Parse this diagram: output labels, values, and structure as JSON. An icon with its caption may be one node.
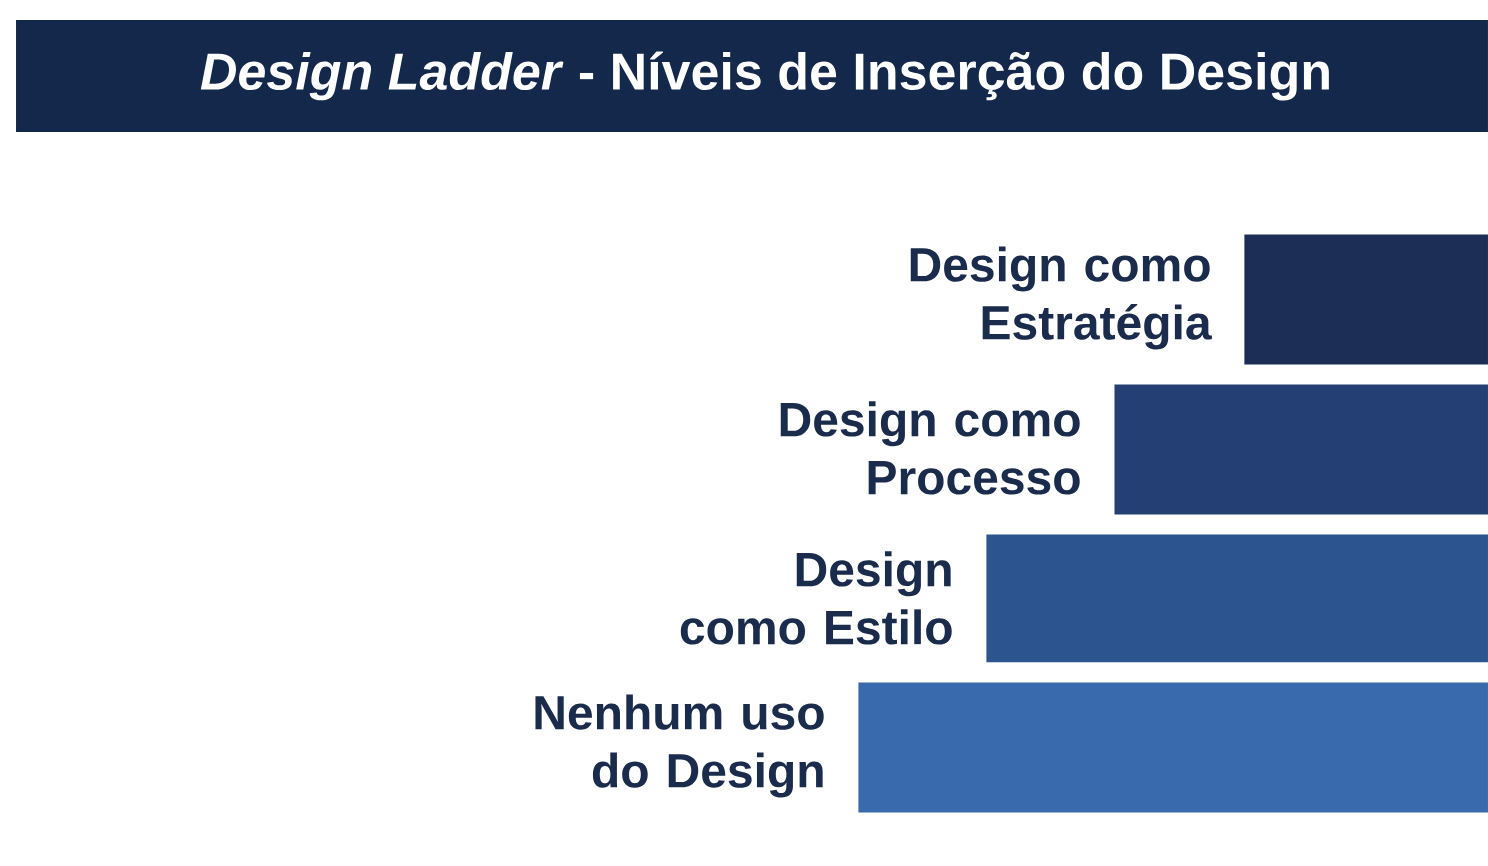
{
  "diagram": {
    "title": "*Design Ladder* - Níveis de Inserção do Design",
    "nodes": [
      {
        "text": [],
        "shape": "bar",
        "beside": [
          "Design como Estratégia"
        ]
      },
      {
        "text": [],
        "shape": "bar",
        "beside": [
          "Design como Processo"
        ]
      },
      {
        "text": [],
        "shape": "bar",
        "beside": [
          "Design como Estilo"
        ]
      },
      {
        "text": [],
        "shape": "bar",
        "beside": [
          "Nenhum uso do Design"
        ]
      }
    ]
  }
}
